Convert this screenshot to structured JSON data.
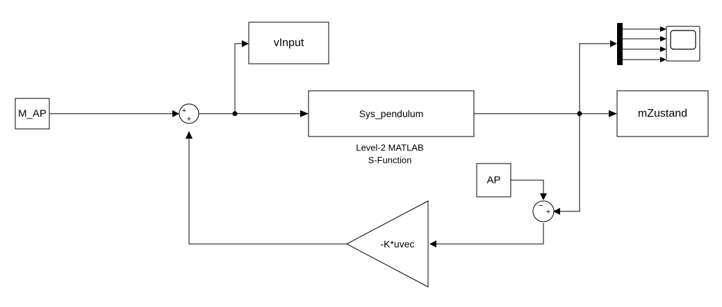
{
  "blocks": {
    "m_ap": "M_AP",
    "vinput": "vInput",
    "sys_pendulum": "Sys_pendulum",
    "sfunction_line1": "Level-2 MATLAB",
    "sfunction_line2": "S-Function",
    "mzustand": "mZustand",
    "ap": "AP",
    "gain": "-K*uvec"
  },
  "sum1_signs": {
    "left": "+",
    "bottom": "+"
  },
  "sum2_signs": {
    "top": "−",
    "right": "+"
  }
}
